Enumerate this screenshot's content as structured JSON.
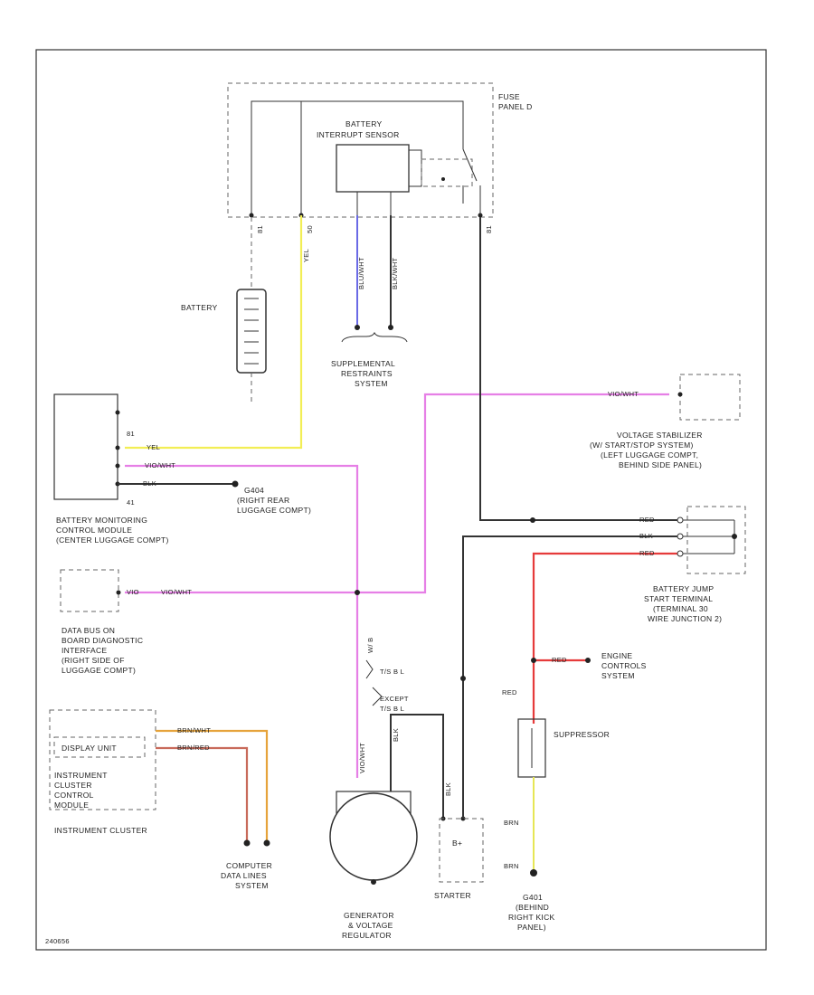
{
  "fuse_panel": {
    "label_1": "FUSE",
    "label_2": "PANEL D"
  },
  "interrupter": {
    "label_1": "BATTERY",
    "label_2": "INTERRUPT SENSOR"
  },
  "battery": {
    "label": "BATTERY"
  },
  "srs": {
    "label_1": "SUPPLEMENTAL",
    "label_2": "RESTRAINTS",
    "label_3": "SYSTEM"
  },
  "pins": {
    "p81_top": "81",
    "p50": "50",
    "p81_right": "81",
    "bmcm_81": "81",
    "bmcm_41": "41"
  },
  "wires": {
    "yel_top": "YEL",
    "yel_left": "YEL",
    "blu_wire": "BLU/WHT",
    "blk_wire": "BLK/WHT",
    "vio_wht_top": "VIO/WHT",
    "vio_wht_left": "VIO/WHT",
    "vio_wht_dbus": "VIO/WHT",
    "vio_wht_vert": "VIO/WHT",
    "blk_ground": "BLK",
    "red_top": "RED",
    "blk_mid": "BLK",
    "red_mid": "RED",
    "red_engine": "RED",
    "red_vert": "RED",
    "blk_starter": "BLK",
    "blk_gen": "BLK",
    "brn_1": "BRN",
    "brn_2": "BRN",
    "brn_wht": "BRN/WHT",
    "brn_red": "BRN/RED",
    "vio_short": "VIO"
  },
  "bmcm": {
    "label_1": "BATTERY MONITORING",
    "label_2": "CONTROL MODULE",
    "label_3": "(CENTER LUGGAGE COMPT)"
  },
  "g404": {
    "label_1": "G404",
    "label_2": "(RIGHT REAR",
    "label_3": "LUGGAGE COMPT)"
  },
  "voltage_stabilizer": {
    "label_1": "VOLTAGE STABILIZER",
    "label_2": "(W/ START/STOP SYSTEM)",
    "label_3": "(LEFT LUGGAGE COMPT,",
    "label_4": "BEHIND SIDE PANEL)"
  },
  "jump_terminal": {
    "label_1": "BATTERY JUMP",
    "label_2": "START TERMINAL",
    "label_3": "(TERMINAL 30",
    "label_4": "WIRE JUNCTION 2)"
  },
  "data_bus": {
    "label_1": "DATA BUS ON",
    "label_2": "BOARD DIAGNOSTIC",
    "label_3": "INTERFACE",
    "label_4": "(RIGHT SIDE OF",
    "label_5": "LUGGAGE COMPT)"
  },
  "notes": {
    "w_b": "W/ B",
    "ts_s": "T/S B L",
    "except": "EXCEPT",
    "ts_except": "T/S B L"
  },
  "engine_controls": {
    "label_1": "ENGINE",
    "label_2": "CONTROLS",
    "label_3": "SYSTEM"
  },
  "suppressor": {
    "label": "SUPPRESSOR"
  },
  "instrument_cluster": {
    "display_unit": "DISPLAY UNIT",
    "label_1": "INSTRUMENT",
    "label_2": "CLUSTER",
    "label_3": "CONTROL",
    "label_4": "MODULE",
    "label_5": "INSTRUMENT CLUSTER"
  },
  "computer_data": {
    "label_1": "COMPUTER",
    "label_2": "DATA LINES",
    "label_3": "SYSTEM"
  },
  "generator": {
    "label_1": "GENERATOR",
    "label_2": "& VOLTAGE",
    "label_3": "REGULATOR"
  },
  "starter": {
    "label": "STARTER",
    "terminal": "B+"
  },
  "g401": {
    "label_1": "G401",
    "label_2": "(BEHIND",
    "label_3": "RIGHT KICK",
    "label_4": "PANEL)"
  },
  "footer": {
    "code": "240656"
  },
  "colors": {
    "yellow": "#f2ee55",
    "violet": "#e67fe6",
    "red": "#e63b3b",
    "orange": "#e6a33b",
    "blue": "#6a6ae6",
    "black": "#333333"
  }
}
